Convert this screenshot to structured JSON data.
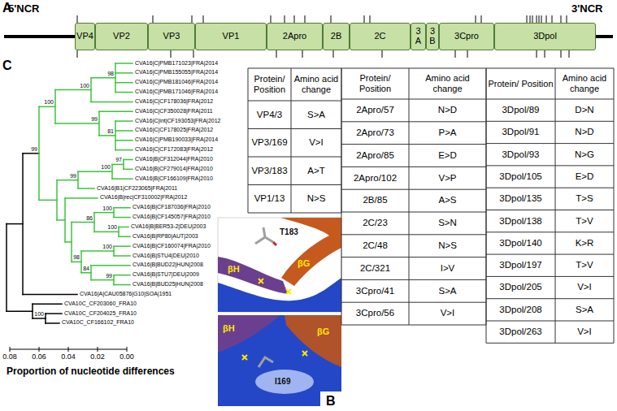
{
  "diagram": {
    "nodes": [
      {
        "text": [
          "VP4"
        ]
      },
      {
        "text": [
          "VP2"
        ]
      },
      {
        "text": [
          "VP3"
        ]
      },
      {
        "text": [
          "VP1"
        ]
      },
      {
        "text": [
          "2Apro"
        ]
      },
      {
        "text": [
          "2B"
        ]
      },
      {
        "text": [
          "2C"
        ]
      },
      {
        "text": [
          "3A"
        ]
      },
      {
        "text": [
          "3B"
        ]
      },
      {
        "text": [
          "3Cpro"
        ]
      },
      {
        "text": [
          "3Dpol"
        ]
      }
    ],
    "labels": [
      "A",
      "5'NCR",
      "3'NCR",
      "C",
      "CVA16|C|PMB171023|FRA|2014",
      "CVA16|C|PMB155055|FRA|2014",
      "CVA16|C|PMB181046|FRA|2014",
      "CVA16|C|PMB171046|FRA|2014",
      "CVA16|C|CF178036|FRA|2012",
      "CVA16|C|CF350028|FRA|2011",
      "CVA16|C|int|CF193053|FRA|2012",
      "CVA16|C|CF178025|FRA|2012",
      "CVA16|C|PMB190033|FRA|2014",
      "CVA16|C|CF172083|FRA|2012",
      "CVA16|B|CF312044|FRA|2010",
      "CVA16|B|CF279014|FRA|2010",
      "CVA16|B|CF166109|FRA|2010",
      "CVA16|B1|CF223065|FRA|2011",
      "CVA16|B|rec|CF310002|FRA|2012",
      "CVA16|B|CF187036|FRA|2010",
      "CVA16|B|CF145057|FRA|2010",
      "CVA16|B|BER53-2|DEU|2003",
      "CVA16|B|RP80|AUT|2003",
      "CVA16|B|CF160074|FRA|2010",
      "CVA16|B|STU4|DEU|2010",
      "CVA16|B|BUD22|HUN|2008",
      "CVA16|B|STU7|DEU|2009",
      "CVA16|B|BUD25|HUN|2008",
      "CVA16|A|CAU05876|G10|SOA|1951",
      "CVA10C_CF203060_FRA10",
      "CVA10C_CF204025_FRA10",
      "CVA10C_CF166102_FRA10",
      "99",
      "100",
      "100",
      "98",
      "99",
      "81",
      "99",
      "100",
      "97",
      "86",
      "100",
      "100",
      "98",
      "100",
      "84",
      "99",
      "100",
      "0.08",
      "0.06",
      "0.04",
      "0.02",
      "0.00",
      "Proportion of nucleotide differences",
      "B",
      "T183",
      "βH",
      "βG",
      "βH",
      "βG",
      "I169",
      "Protein/ Position",
      "Amino acid change",
      "VP4/3",
      "S>A",
      "VP3/169",
      "V>I",
      "VP3/183",
      "A>T",
      "VP1/13",
      "N>S",
      "Protein/ Position",
      "Amino acid change",
      "2Apro/57",
      "N>D",
      "2Apro/73",
      "P>A",
      "2Apro/85",
      "E>D",
      "2Apro/102",
      "V>P",
      "2B/85",
      "A>S",
      "2C/23",
      "S>N",
      "2C/48",
      "N>S",
      "2C/321",
      "I>V",
      "3Cpro/41",
      "S>A",
      "3Cpro/56",
      "V>I",
      "Protein/ Position",
      "Amino acid change",
      "3Dpol/89",
      "D>N",
      "3Dpol/91",
      "N>D",
      "3Dpol/93",
      "N>G",
      "3Dpol/105",
      "E>D",
      "3Dpol/135",
      "T>S",
      "3Dpol/138",
      "T>V",
      "3Dpol/140",
      "K>R",
      "3Dpol/197",
      "T>V",
      "3Dpol/205",
      "V>I",
      "3Dpol/208",
      "S>A",
      "3Dpol/263",
      "V>I"
    ]
  }
}
